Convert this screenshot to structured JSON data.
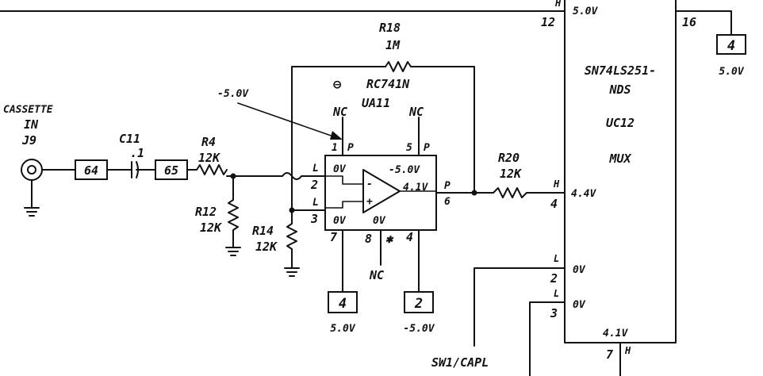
{
  "labels": {
    "r18": "R18",
    "r18_value": "1M",
    "minus_sign": "⊖",
    "rc741n": "RC741N",
    "ua11": "UA11",
    "minus5_callout": "-5.0V",
    "nc_pin1": "NC",
    "nc_pin5": "NC",
    "nc_pin8": "NC",
    "cassette": "CASSETTE",
    "in": "IN",
    "j9": "J9",
    "c11": "C11",
    "c11_value": ".1",
    "r4": "R4",
    "r4_value": "12K",
    "r12": "R12",
    "r12_value": "12K",
    "r14": "R14",
    "r14_value": "12K",
    "r20": "R20",
    "r20_value": "12K",
    "conn64": "64",
    "conn65": "65",
    "pin1": "1",
    "pin1_p": "P",
    "pin5": "5",
    "pin5_p": "P",
    "pin2": "2",
    "pin2_l": "L",
    "pin2_v": "0V",
    "pin3": "3",
    "pin3_l": "L",
    "pin3_v": "0V",
    "pin6": "6",
    "pin6_p": "P",
    "pin6_v": "4.1V",
    "opamp_top_v": "-5.0V",
    "pin8_v": "0V",
    "pin7": "7",
    "pin8": "8",
    "pin4": "4",
    "star": "✱",
    "r20_h": "H",
    "mux_name1": "SN74LS251-",
    "mux_name2": "NDS",
    "mux_name3": "UC12",
    "mux_name4": "MUX",
    "mux_pin12": "12",
    "mux_pin12_h": "H",
    "mux_pin12_v": "5.0V",
    "mux_pin4": "4",
    "mux_pin4_v": "4.4V",
    "mux_pin2": "2",
    "mux_pin2_l": "L",
    "mux_pin2_v": "0V",
    "mux_pin3": "3",
    "mux_pin3_l": "L",
    "mux_pin3_v": "0V",
    "mux_pin7": "7",
    "mux_pin7_h": "H",
    "mux_pin7_v": "4.1V",
    "mux_pin16": "16",
    "conn4_left": "4",
    "conn4_left_v": "5.0V",
    "conn2": "2",
    "conn2_v": "-5.0V",
    "conn4_right": "4",
    "conn4_right_v": "5.0V",
    "sw1": "SW1/CAPL"
  }
}
